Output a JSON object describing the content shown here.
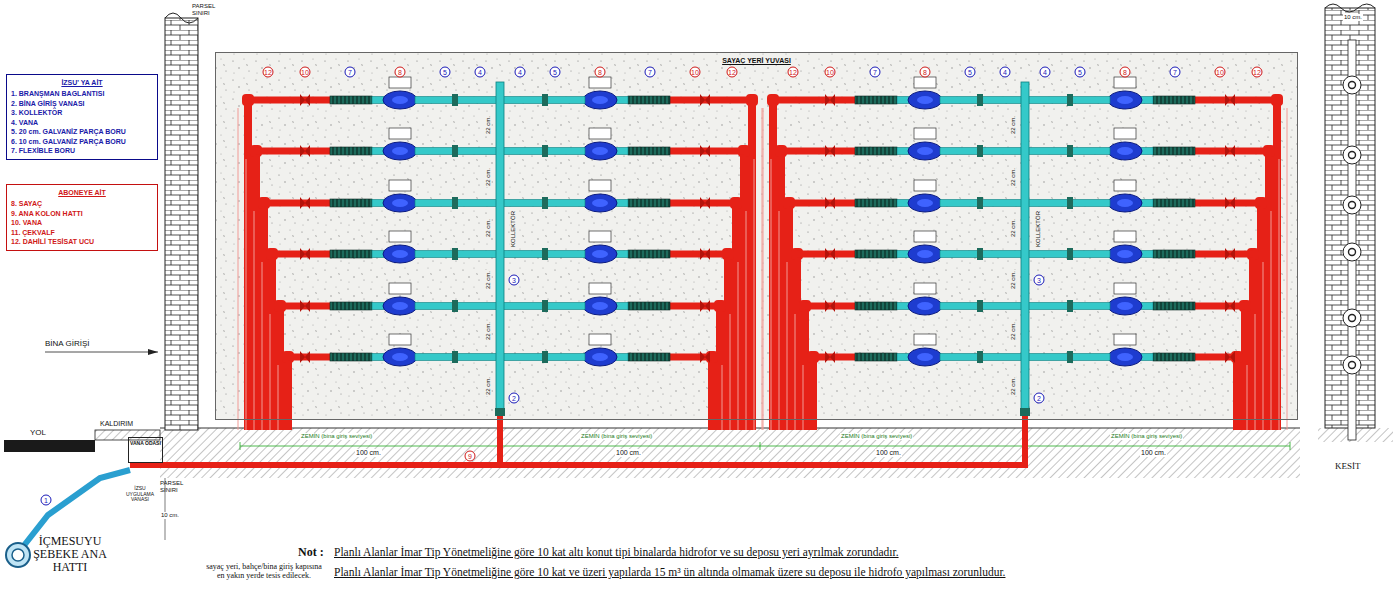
{
  "diagram": {
    "nodes": [
      {
        "text": [
          "İZSU' YA AİT",
          "1. BRANŞMAN BAGLANTISI",
          "2. BİNA GİRİŞ VANASI",
          "3. KOLLEKTÖR",
          "4. VANA",
          "5. 20 cm. GALVANİZ PARÇA BORU",
          "6. 10 cm. GALVANİZ PARÇA BORU",
          "7. FLEXİBLE BORU"
        ]
      },
      {
        "text": [
          "ABONEYE AİT",
          "8. SAYAÇ",
          "9. ANA KOLON HATTI",
          "10. VANA",
          "11. ÇEKVALF",
          "12. DAHİLİ TESİSAT UCU"
        ]
      },
      {
        "text": [
          "SAYAÇ YERİ YUVASI"
        ]
      },
      {
        "text": [
          "VANA ODASI"
        ]
      }
    ],
    "labels": [
      "PARSEL SINIRI",
      "BİNA GİRİŞİ",
      "KALDIRIM",
      "YOL",
      "İZSU UYGULAMA VANASI",
      "PARSEL SINIRI",
      "10 cm.",
      "İÇMESUYU ŞEBEKE ANA HATTI",
      "sayaç yeri, bahçe/bina giriş kapısına en yakın yerde tesis edilecek.",
      "Not :",
      "Planlı Alanlar İmar Tip Yönetmeliğine göre 10 kat altı konut tipi binalarda hidrofor ve su deposu yeri ayrılmak zorundadır.",
      "Planlı Alanlar İmar Tip Yönetmeliğine göre 10 kat ve üzeri yapılarda 15 m³ ün altında olmamak üzere su deposu ile hidrofo yapılması zorunludur.",
      "KESİT",
      "10 cm.",
      "100 cm.",
      "100 cm.",
      "100 cm.",
      "100 cm.",
      "ZEMİN (bina giriş seviyesi)",
      "ZEMİN (bina giriş seviyesi)",
      "ZEMİN (bina giriş seviyesi)",
      "ZEMİN (bina giriş seviyesi)",
      "KOLLEKTÖR",
      "KOLLEKTÖR",
      "22 cm.",
      "22 cm.",
      "22 cm.",
      "22 cm.",
      "22 cm.",
      "22 cm.",
      "22 cm.",
      "22 cm.",
      "22 cm.",
      "22 cm.",
      "22 cm.",
      "22 cm.",
      "12",
      "10",
      "7",
      "8",
      "5",
      "4",
      "4",
      "5",
      "8",
      "7",
      "10",
      "12",
      "12",
      "10",
      "7",
      "8",
      "5",
      "4",
      "4",
      "5",
      "8",
      "7",
      "10",
      "12",
      "3",
      "3",
      "2",
      "2",
      "9",
      "1"
    ]
  }
}
